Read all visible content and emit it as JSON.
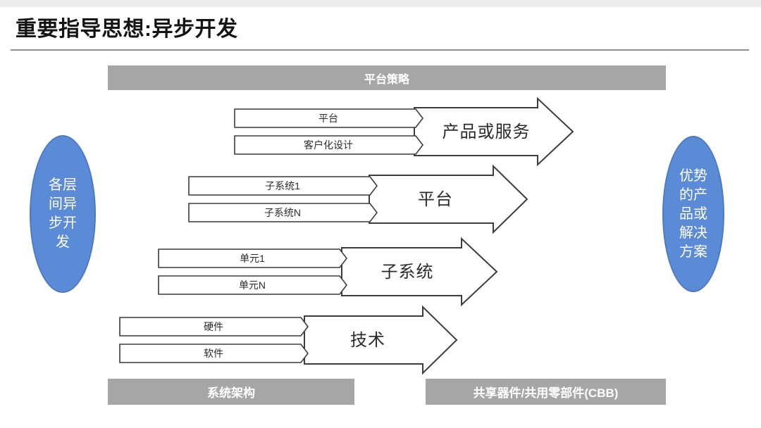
{
  "title": "重要指导思想:异步开发",
  "top_bar": {
    "label": "平台策略"
  },
  "bottom_bars": {
    "left": "系统架构",
    "right": "共享器件/共用零部件(CBB)"
  },
  "left_ellipse": {
    "lines": [
      "各层",
      "间异",
      "步开",
      "发"
    ]
  },
  "right_ellipse": {
    "lines": [
      "优势",
      "的产",
      "品或",
      "解决",
      "方案"
    ]
  },
  "rows": [
    {
      "big_label": "产品或服务",
      "sub_labels": [
        "平台",
        "客户化设计"
      ]
    },
    {
      "big_label": "平台",
      "sub_labels": [
        "子系统1",
        "子系统N"
      ]
    },
    {
      "big_label": "子系统",
      "sub_labels": [
        "单元1",
        "单元N"
      ]
    },
    {
      "big_label": "技术",
      "sub_labels": [
        "硬件",
        "软件"
      ]
    }
  ],
  "colors": {
    "ellipse_fill": "#5b8bd6",
    "ellipse_stroke": "#4c7bc0",
    "bar_gray": "#a6a6a6",
    "arrow_stroke": "#3c3c3c",
    "title_text": "#141414",
    "bar_text": "#ffffff"
  }
}
